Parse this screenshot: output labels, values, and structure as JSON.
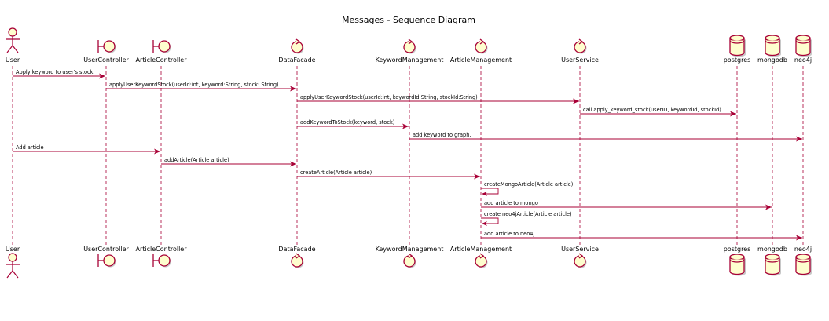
{
  "title": "Messages - Sequence Diagram",
  "colors": {
    "line": "#A80036",
    "participant_fill": "#FEFECE",
    "text": "#000000",
    "background": "#FFFFFF"
  },
  "participants": [
    {
      "id": "user",
      "label": "User",
      "shape": "actor-icon"
    },
    {
      "id": "usercontroller",
      "label": "UserController",
      "shape": "boundary-icon"
    },
    {
      "id": "articlecontroller",
      "label": "ArticleController",
      "shape": "boundary-icon"
    },
    {
      "id": "datafacade",
      "label": "DataFacade",
      "shape": "control-icon"
    },
    {
      "id": "keywordmanagement",
      "label": "KeywordManagement",
      "shape": "control-icon"
    },
    {
      "id": "articlemanagement",
      "label": "ArticleManagement",
      "shape": "control-icon"
    },
    {
      "id": "userservice",
      "label": "UserService",
      "shape": "control-icon"
    },
    {
      "id": "postgres",
      "label": "postgres",
      "shape": "database-icon"
    },
    {
      "id": "mongodb",
      "label": "mongodb",
      "shape": "database-icon"
    },
    {
      "id": "neo4j",
      "label": "neo4j",
      "shape": "database-icon"
    }
  ],
  "messages": [
    {
      "from": "user",
      "to": "usercontroller",
      "label": "Apply keyword to user's stock"
    },
    {
      "from": "usercontroller",
      "to": "datafacade",
      "label": "applyUserKeywordStock(userId:int, keyword:String, stock: String)"
    },
    {
      "from": "datafacade",
      "to": "userservice",
      "label": "applyUserKeywordStock(userId:int, keywordId:String, stockId:String)"
    },
    {
      "from": "userservice",
      "to": "postgres",
      "label": "call apply_keyword_stock(userID, keywordId, stockId)"
    },
    {
      "from": "datafacade",
      "to": "keywordmanagement",
      "label": "addKeywordToStock(keyword, stock)"
    },
    {
      "from": "keywordmanagement",
      "to": "neo4j",
      "label": "add keyword to graph."
    },
    {
      "from": "user",
      "to": "articlecontroller",
      "label": "Add article"
    },
    {
      "from": "articlecontroller",
      "to": "datafacade",
      "label": "addArticle(Article article)"
    },
    {
      "from": "datafacade",
      "to": "articlemanagement",
      "label": "createArticle(Article article)"
    },
    {
      "from": "articlemanagement",
      "to": "articlemanagement",
      "label": "createMongoArticle(Article article)"
    },
    {
      "from": "articlemanagement",
      "to": "mongodb",
      "label": "add article to mongo"
    },
    {
      "from": "articlemanagement",
      "to": "articlemanagement",
      "label": "create neo4jArticle(Article article)"
    },
    {
      "from": "articlemanagement",
      "to": "neo4j",
      "label": "add article to neo4j"
    }
  ]
}
